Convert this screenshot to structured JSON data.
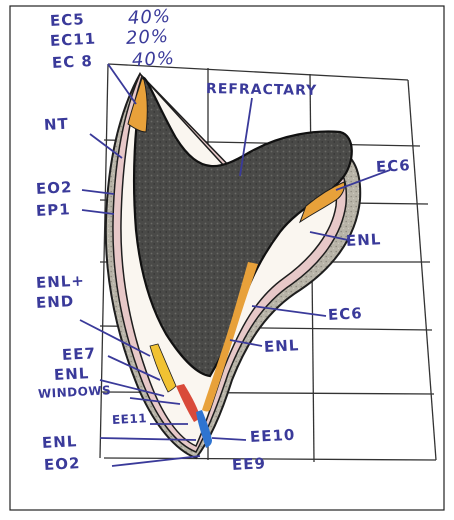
{
  "labels": {
    "ec5": "EC5",
    "ec5_pct": "40%",
    "ec11": "EC11",
    "ec11_pct": "20%",
    "ec8": "EC 8",
    "ec8_pct": "40%",
    "refractary": "REFRACTARY",
    "nt": "NT",
    "eo2_top": "EO2",
    "ep1": "EP1",
    "ec6_top": "EC6",
    "enl_right": "ENL",
    "enl_plus": "ENL+",
    "end": "END",
    "ec6_mid": "EC6",
    "ee7": "EE7",
    "enl_mid": "ENL",
    "enl_left": "ENL",
    "windows": "WINDOWS",
    "ee11": "EE11",
    "enl_bottom": "ENL",
    "ee10": "EE10",
    "eo2_bottom": "EO2",
    "ee9": "EE9"
  },
  "colors": {
    "ink": "#3a3a9a",
    "core": "#4a4a48",
    "grey_band": "#b8b4a8",
    "pink_band": "#e7c8c8",
    "white_band": "#faf6f0",
    "orange": "#e8a13a",
    "yellow": "#f1c232",
    "red": "#d94a3a",
    "blue": "#2f74d0"
  }
}
